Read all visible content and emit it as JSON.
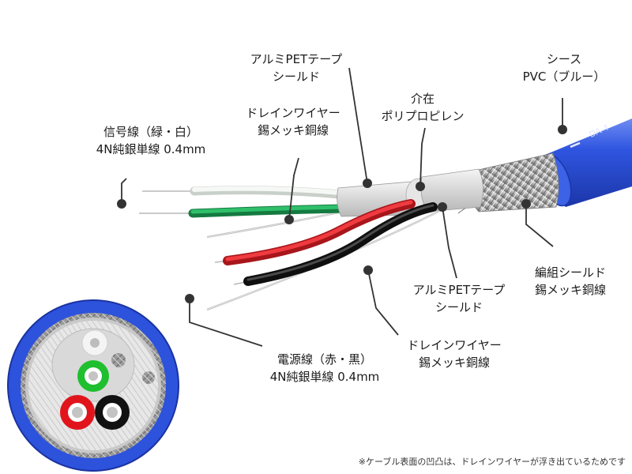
{
  "labels": {
    "foil_shield_top": {
      "line1": "アルミPETテープ",
      "line2": "シールド"
    },
    "drain_wire_top": {
      "line1": "ドレインワイヤー",
      "line2": "錫メッキ銅線"
    },
    "signal_wire": {
      "line1": "信号線（緑・白）",
      "line2": "4N純銀単線 0.4mm"
    },
    "filler": {
      "line1": "介在",
      "line2": "ポリプロピレン"
    },
    "sheath": {
      "line1": "シース",
      "line2": "PVC（ブルー）"
    },
    "braid_shield": {
      "line1": "編組シールド",
      "line2": "錫メッキ銅線"
    },
    "foil_shield_bottom": {
      "line1": "アルミPETテープ",
      "line2": "シールド"
    },
    "drain_wire_bottom": {
      "line1": "ドレインワイヤー",
      "line2": "錫メッキ銅線"
    },
    "power_wire": {
      "line1": "電源線（赤・黒）",
      "line2": "4N純銀単線 0.4mm"
    }
  },
  "sheath_print": "DA-4",
  "footnote": "※ケーブル表面の凹凸は、ドレインワイヤーが浮き出ているためです",
  "colors": {
    "sheath_blue": "#2b4fd8",
    "wire_white": "#e8ece8",
    "wire_green": "#1f9d55",
    "wire_red": "#d8242a",
    "wire_black": "#1b1b1b",
    "leader": "#333333"
  }
}
